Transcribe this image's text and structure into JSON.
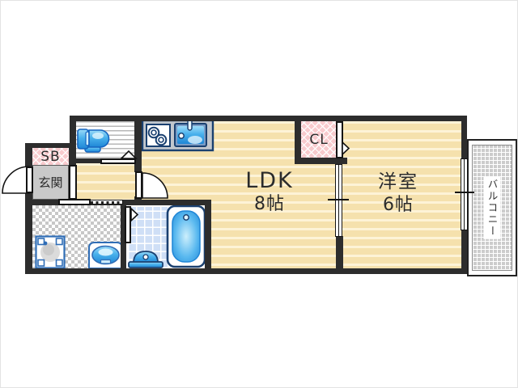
{
  "rooms": {
    "ldk": {
      "name": "LDK",
      "size": "8帖"
    },
    "western_room": {
      "name": "洋室",
      "size": "6帖"
    },
    "closet": {
      "name": "CL"
    },
    "shoe_box": {
      "name": "SB"
    },
    "entrance": {
      "name": "玄関"
    },
    "balcony": {
      "name": "バルコニー"
    }
  },
  "fixtures": {
    "toilet": "toilet-icon",
    "stove": "gas-stove-icon",
    "sink": "kitchen-sink-icon",
    "washer": "washing-machine-icon",
    "basin": "wash-basin-icon",
    "bathtub": "bathtub-icon",
    "shower": "shower-stand-icon"
  },
  "colors": {
    "wall": "#2d2d2d",
    "flooring": "#f5e1ad",
    "flooring_stripe": "#fdf3d7",
    "closet_pink": "#f8cbce",
    "entrance_gray": "#c9c9c9",
    "bath_tile_blue": "#cfdff6",
    "fixture_blue": "#3aa9ea",
    "fixture_outline": "#1a4070",
    "balcony_gray": "#cccccc"
  }
}
